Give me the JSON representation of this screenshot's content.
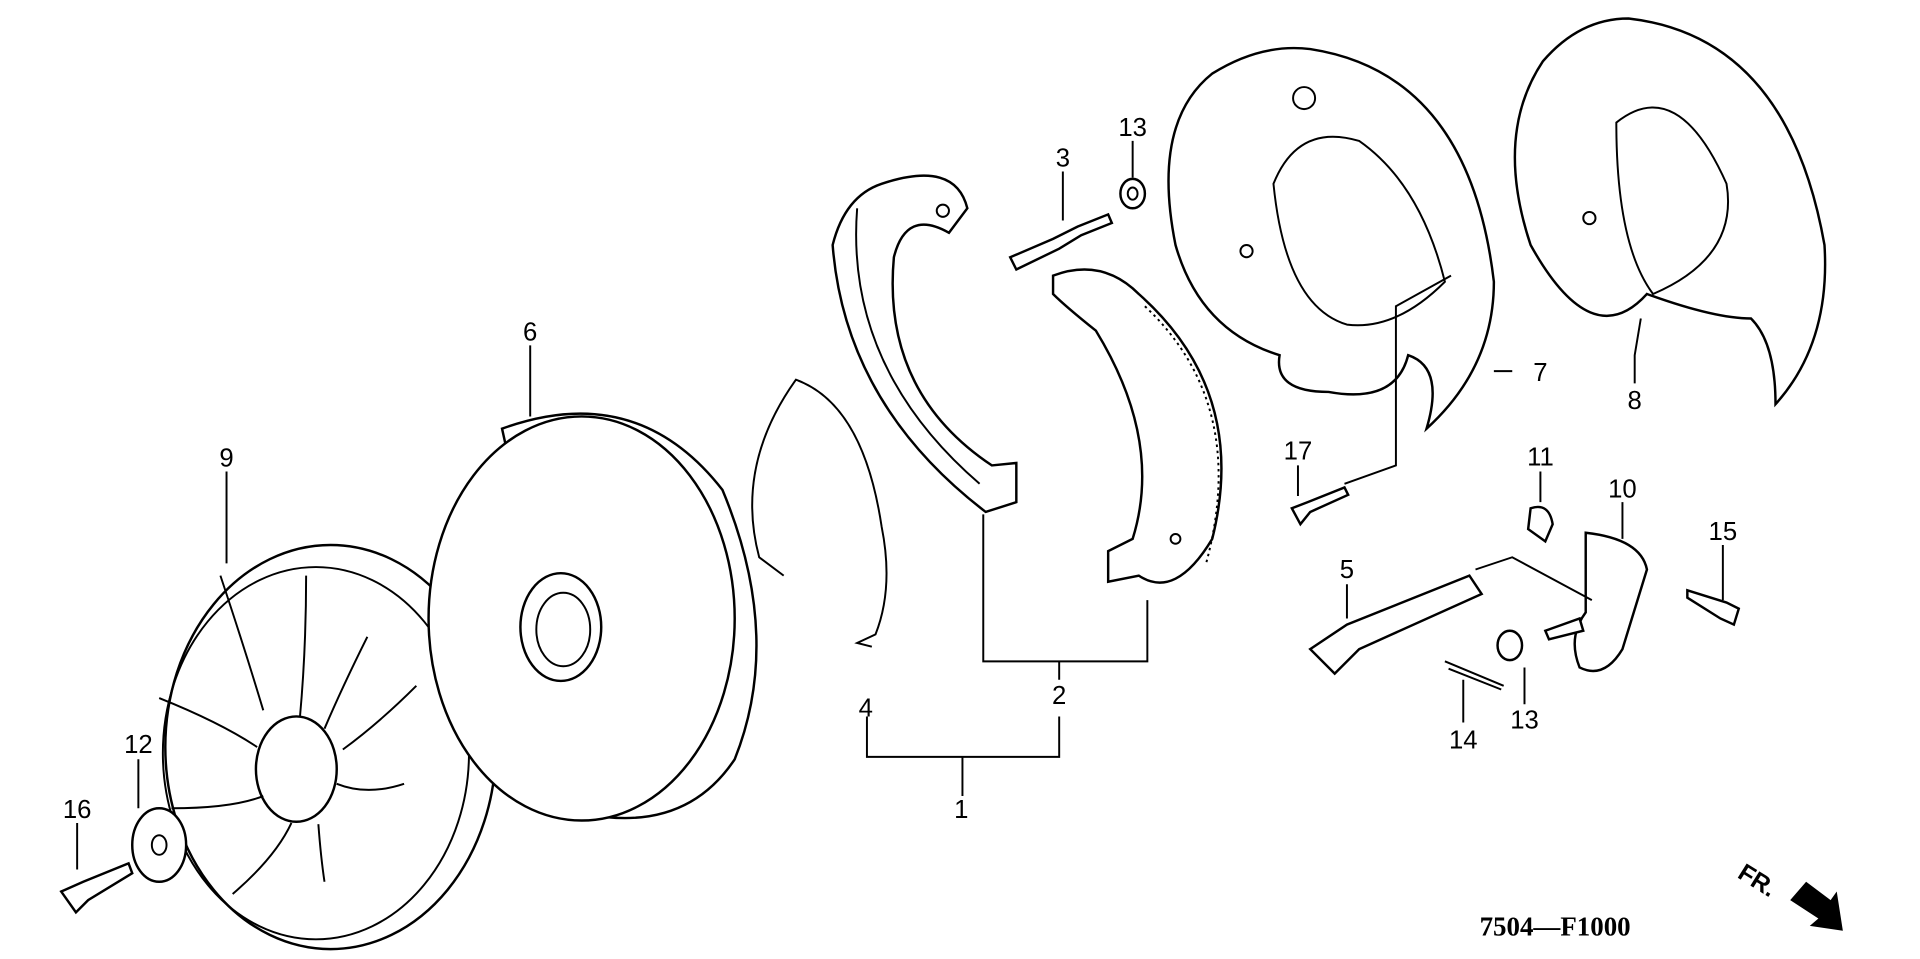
{
  "diagram": {
    "drawing_code": "7504—F1000",
    "front_indicator": "FR.",
    "callouts": {
      "c1": "1",
      "c2": "2",
      "c3": "3",
      "c4": "4",
      "c5": "5",
      "c6": "6",
      "c7": "7",
      "c8": "8",
      "c9": "9",
      "c10": "10",
      "c11": "11",
      "c12": "12",
      "c13a": "13",
      "c13b": "13",
      "c14": "14",
      "c15": "15",
      "c16": "16",
      "c17": "17"
    }
  }
}
